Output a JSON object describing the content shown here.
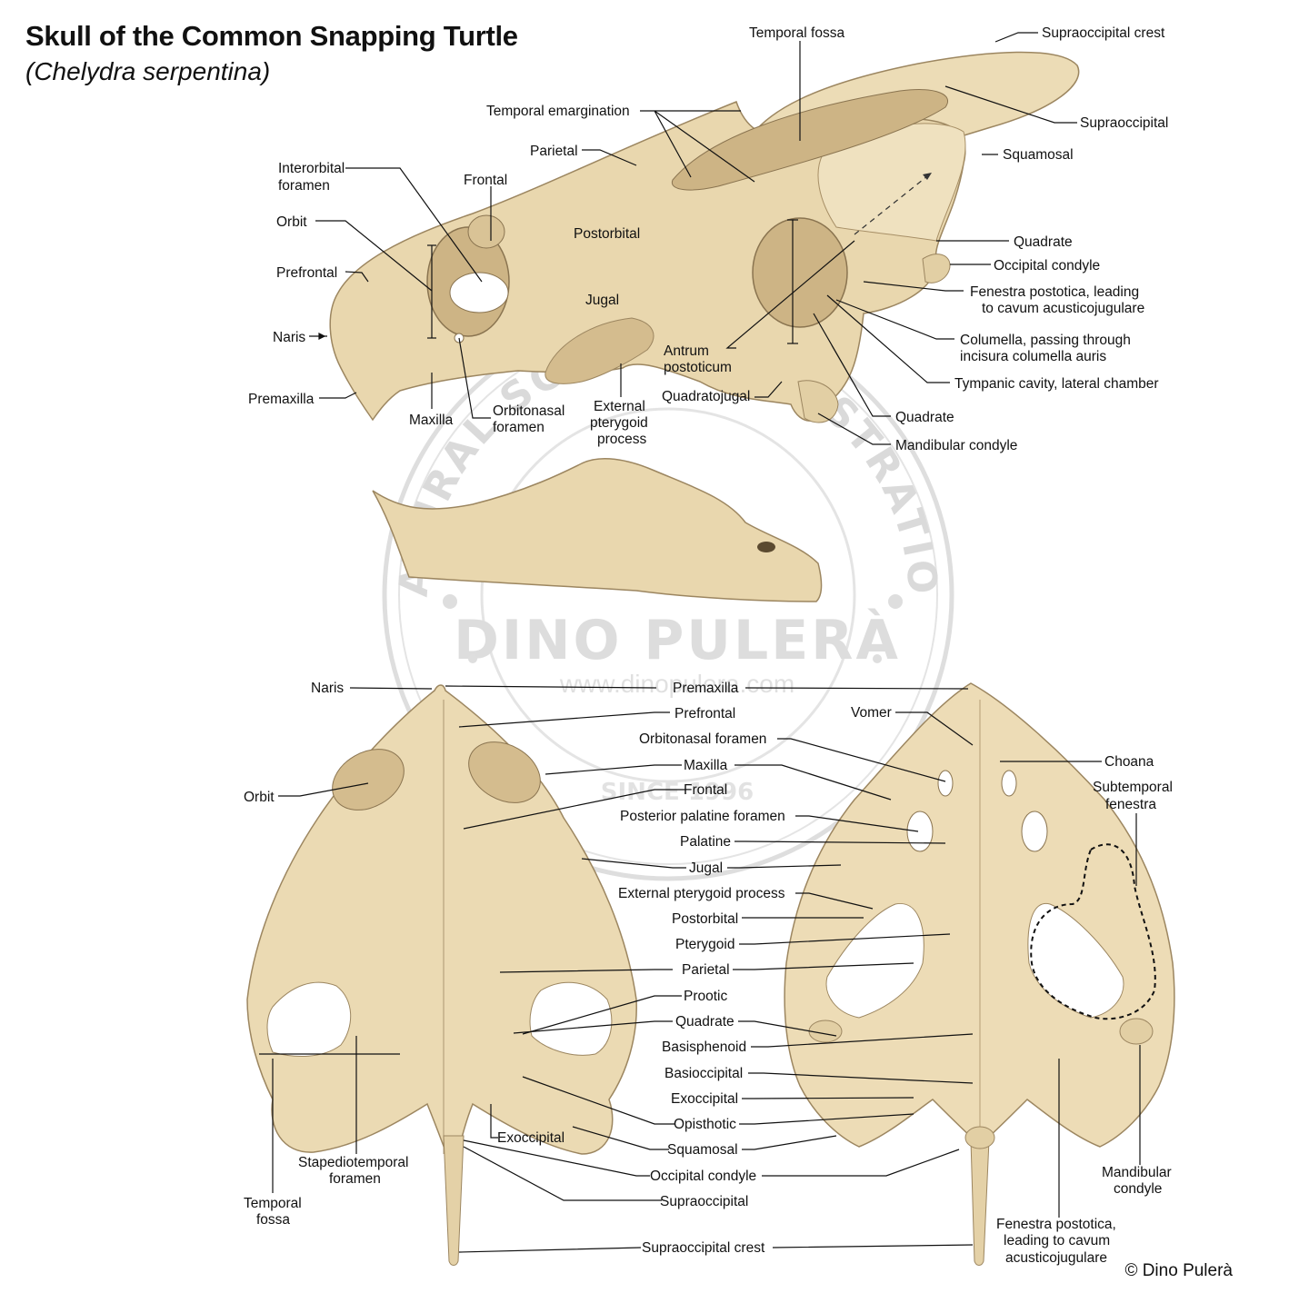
{
  "title": "Skull of the Common Snapping Turtle",
  "subtitle": "(Chelydra serpentina)",
  "copyright": "© Dino Pulerà",
  "watermark": {
    "arc_text": "NATURAL SCIENCE ILLUSTRATION",
    "name": "DINO PULERÀ",
    "url": "www.dinopulera.com",
    "since": "SINCE 1996"
  },
  "colors": {
    "bone": "#ead9b2",
    "bone_shadow": "#cdb485",
    "bone_dark": "#9c8660",
    "watermark": "#bdbdbd",
    "label": "#111111"
  },
  "lateral_labels": {
    "temporal_fossa": "Temporal fossa",
    "supraoccipital_crest": "Supraoccipital crest",
    "temporal_emargination": "Temporal emargination",
    "supraoccipital": "Supraoccipital",
    "parietal": "Parietal",
    "squamosal": "Squamosal",
    "interorbital_foramen": [
      "Interorbital",
      "foramen"
    ],
    "frontal": "Frontal",
    "postorbital": "Postorbital",
    "orbit": "Orbit",
    "quadrate_top": "Quadrate",
    "occipital_condyle": "Occipital condyle",
    "prefrontal": "Prefrontal",
    "fenestra_postotica": [
      "Fenestra postotica, leading",
      "to cavum acusticojugulare"
    ],
    "jugal": "Jugal",
    "naris": "Naris",
    "columella": [
      "Columella, passing through",
      "incisura columella auris"
    ],
    "antrum_postoticum": [
      "Antrum",
      "postoticum"
    ],
    "tympanic_cavity": "Tympanic cavity, lateral chamber",
    "premaxilla": "Premaxilla",
    "quadratojugal": "Quadratojugal",
    "maxilla": "Maxilla",
    "orbitonasal_foramen": [
      "Orbitonasal",
      "foramen"
    ],
    "external_pterygoid_process": [
      "External",
      "pterygoid",
      "process"
    ],
    "quadrate_bottom": "Quadrate",
    "mandibular_condyle": "Mandibular condyle"
  },
  "ventral_labels": {
    "naris": "Naris",
    "premaxilla": "Premaxilla",
    "prefrontal": "Prefrontal",
    "vomer": "Vomer",
    "orbitonasal_foramen": "Orbitonasal foramen",
    "choana": "Choana",
    "maxilla": "Maxilla",
    "orbit": "Orbit",
    "frontal": "Frontal",
    "subtemporal_fenestra": [
      "Subtemporal",
      "fenestra"
    ],
    "posterior_palatine_foramen": "Posterior palatine foramen",
    "palatine": "Palatine",
    "jugal": "Jugal",
    "external_pterygoid_process": "External pterygoid process",
    "postorbital": "Postorbital",
    "pterygoid": "Pterygoid",
    "parietal": "Parietal",
    "prootic": "Prootic",
    "quadrate": "Quadrate",
    "basisphenoid": "Basisphenoid",
    "basioccipital": "Basioccipital",
    "exoccipital": "Exoccipital",
    "exoccipital_left": "Exoccipital",
    "opisthotic": "Opisthotic",
    "squamosal": "Squamosal",
    "stapediotemporal_foramen": [
      "Stapediotemporal",
      "foramen"
    ],
    "occipital_condyle": "Occipital condyle",
    "mandibular_condyle": [
      "Mandibular",
      "condyle"
    ],
    "supraoccipital": "Supraoccipital",
    "temporal_fossa": [
      "Temporal",
      "fossa"
    ],
    "fenestra_postotica": [
      "Fenestra postotica,",
      "leading to cavum",
      "acusticojugulare"
    ],
    "supraoccipital_crest": "Supraoccipital crest"
  }
}
